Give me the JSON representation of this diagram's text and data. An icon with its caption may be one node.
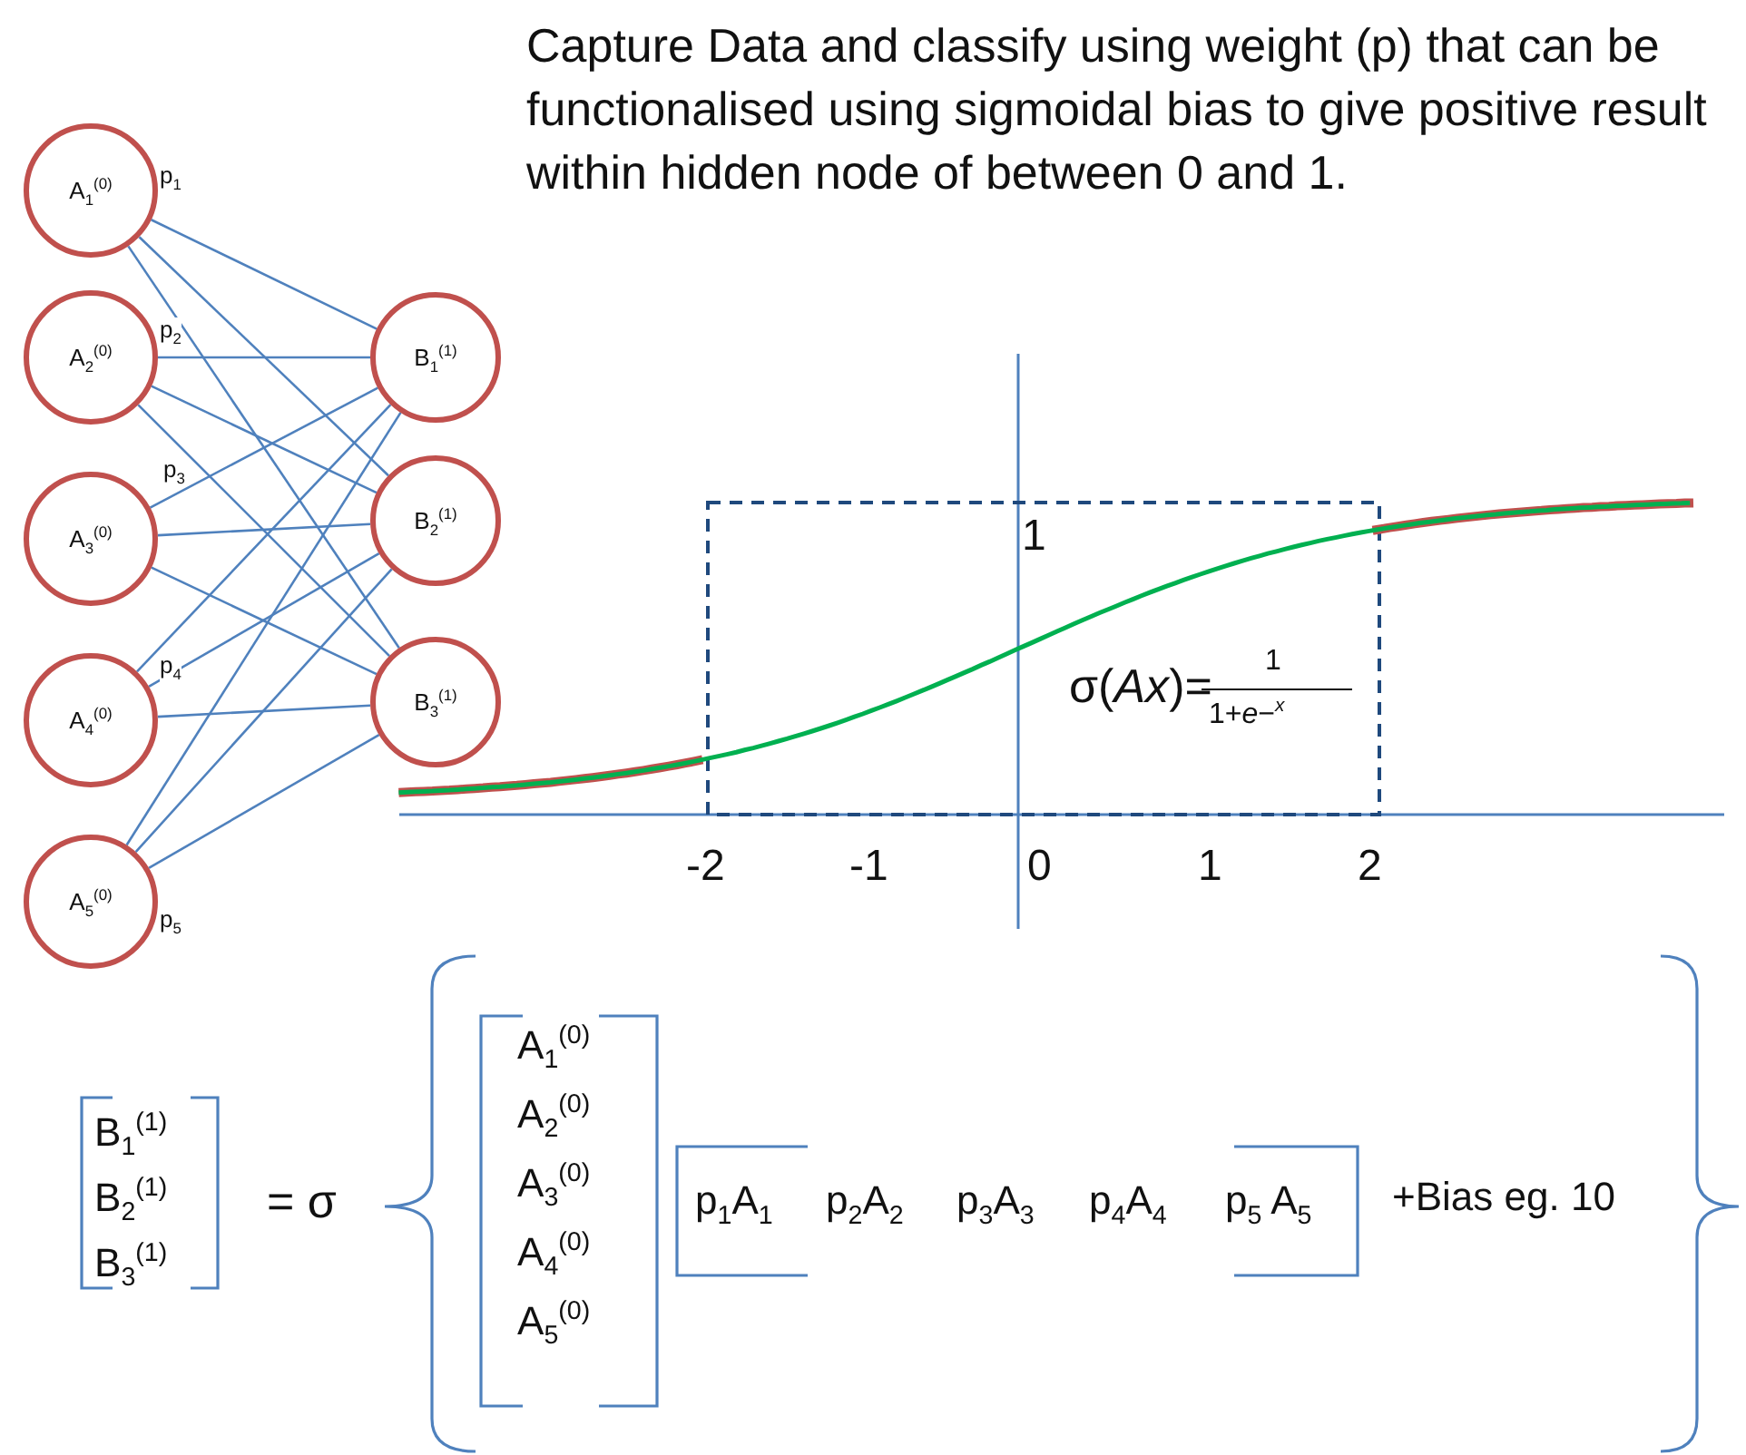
{
  "diagram": {
    "title": "Capture Data and classify using weight (p) that can be functionalised using sigmoidal bias to give positive result within hidden node of between 0 and 1.",
    "nodes": [
      {
        "text": [
          "A$_{1}$$^{(0)}$"
        ],
        "beside": [
          "p$_{1}$"
        ]
      },
      {
        "text": [
          "A$_{2}$$^{(0)}$"
        ],
        "beside": [
          "p$_{2}$"
        ]
      },
      {
        "text": [
          "A$_{3}$$^{(0)}$"
        ],
        "beside": [
          "p$_{3}$"
        ]
      },
      {
        "text": [
          "A$_{4}$$^{(0)}$"
        ],
        "beside": [
          "p$_{4}$"
        ]
      },
      {
        "text": [
          "A$_{5}$$^{(0)}$"
        ],
        "beside": [
          "p$_{5}$"
        ]
      },
      {
        "text": [
          "B$_{1}$$^{(1)}$"
        ]
      },
      {
        "text": [
          "B$_{2}$$^{(1)}$"
        ]
      },
      {
        "text": [
          "B$_{3}$$^{(1)}$"
        ]
      }
    ],
    "edges": [
      {
        "from": 0,
        "to": 5,
        "arrow": "none"
      },
      {
        "from": 0,
        "to": 6,
        "arrow": "none"
      },
      {
        "from": 0,
        "to": 7,
        "arrow": "none"
      },
      {
        "from": 1,
        "to": 5,
        "arrow": "none"
      },
      {
        "from": 1,
        "to": 6,
        "arrow": "none"
      },
      {
        "from": 1,
        "to": 7,
        "arrow": "none"
      },
      {
        "from": 2,
        "to": 5,
        "arrow": "none"
      },
      {
        "from": 2,
        "to": 6,
        "arrow": "none"
      },
      {
        "from": 2,
        "to": 7,
        "arrow": "none"
      },
      {
        "from": 3,
        "to": 5,
        "arrow": "none"
      },
      {
        "from": 3,
        "to": 6,
        "arrow": "none"
      },
      {
        "from": 3,
        "to": 7,
        "arrow": "none"
      },
      {
        "from": 4,
        "to": 5,
        "arrow": "none"
      },
      {
        "from": 4,
        "to": 6,
        "arrow": "none"
      },
      {
        "from": 4,
        "to": 7,
        "arrow": "none"
      }
    ],
    "labels": [
      "1",
      "-2",
      "-1",
      "0",
      "1",
      "2",
      "σ(*Ax*)=",
      "1",
      "1+*e*−$^{x}$",
      "B$_{1}$$^{(1)}$",
      "B$_{2}$$^{(1)}$",
      "B$_{3}$$^{(1)}$",
      "= σ",
      "A$_{1}$$^{(0)}$",
      "A$_{2}$$^{(0)}$",
      "A$_{3}$$^{(0)}$",
      "A$_{4}$$^{(0)}$",
      "A$_{5}$$^{(0)}$",
      "p$_{1}$A$_{1}$",
      "p$_{2}$A$_{2}$",
      "p$_{3}$A$_{3}$",
      "p$_{4}$A$_{4}$",
      "p$_{5}$ A$_{5}$",
      "+Bias eg. 10"
    ]
  }
}
